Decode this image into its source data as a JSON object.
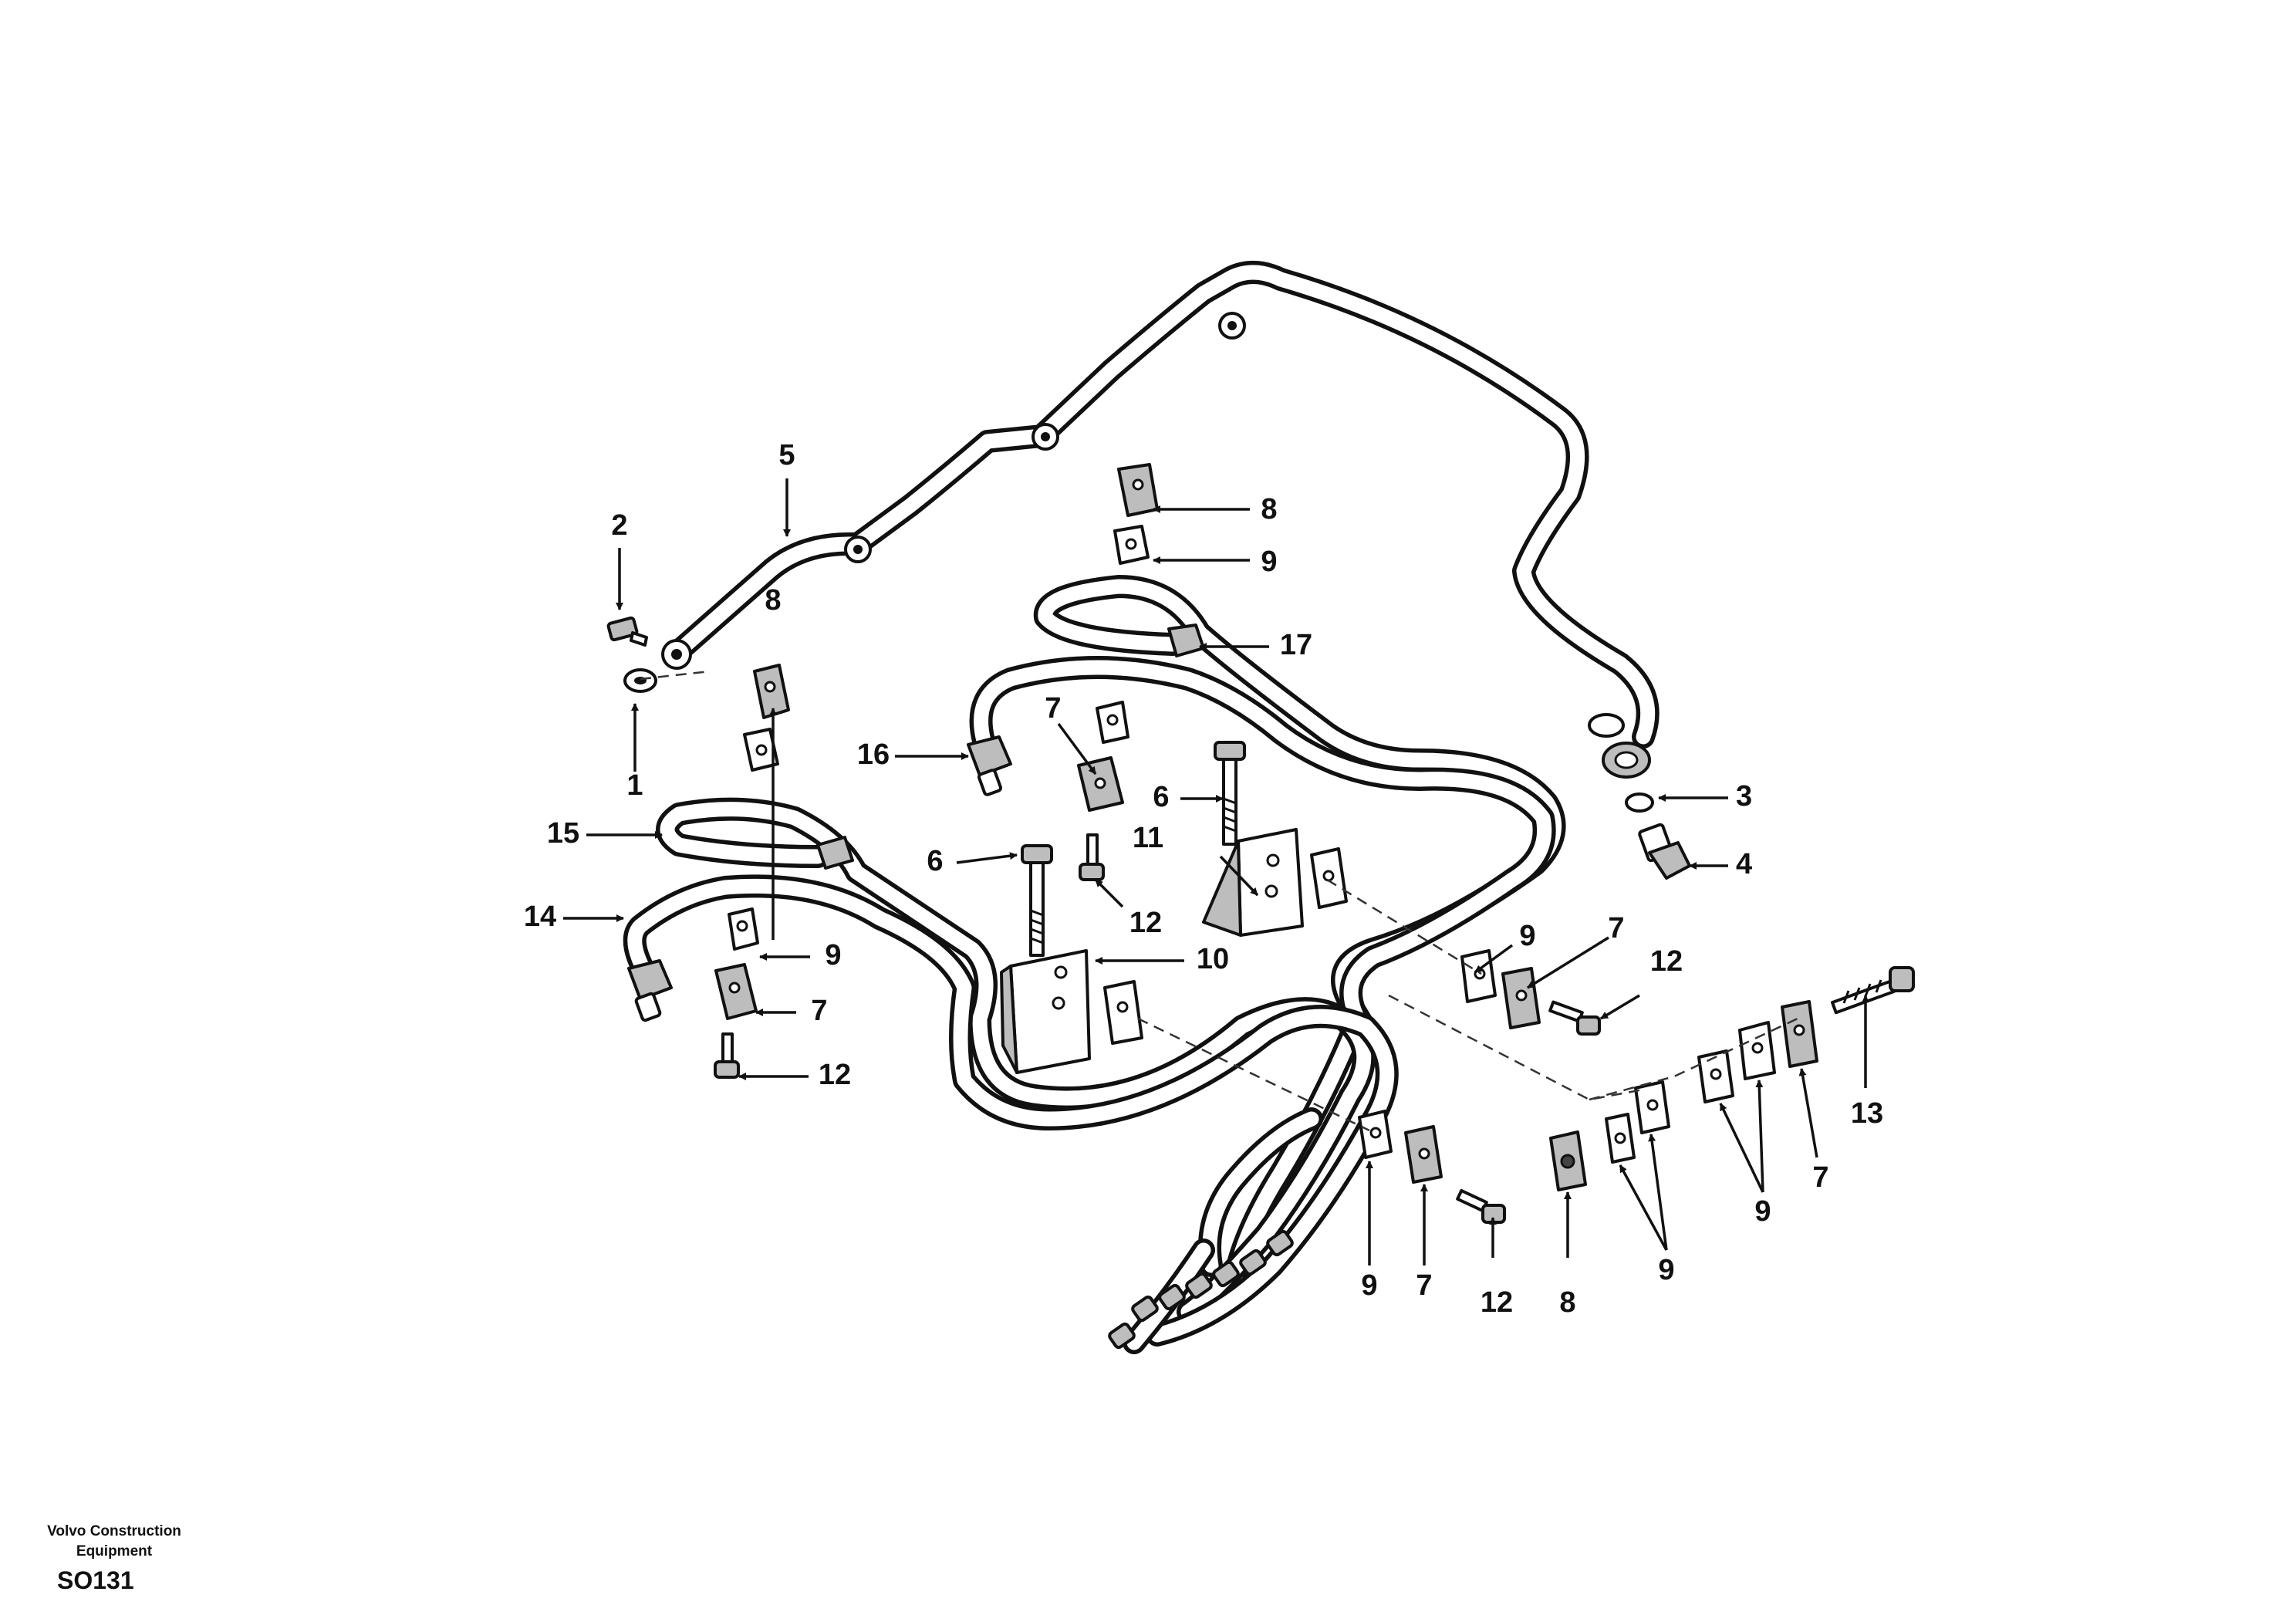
{
  "diagram": {
    "callouts": [
      {
        "key": "c1",
        "label": "1"
      },
      {
        "key": "c2",
        "label": "2"
      },
      {
        "key": "c3",
        "label": "3"
      },
      {
        "key": "c4",
        "label": "4"
      },
      {
        "key": "c5",
        "label": "5"
      },
      {
        "key": "c6a",
        "label": "6"
      },
      {
        "key": "c6b",
        "label": "6"
      },
      {
        "key": "c7a",
        "label": "7"
      },
      {
        "key": "c7b",
        "label": "7"
      },
      {
        "key": "c7c",
        "label": "7"
      },
      {
        "key": "c7d",
        "label": "7"
      },
      {
        "key": "c7e",
        "label": "7"
      },
      {
        "key": "c8a",
        "label": "8"
      },
      {
        "key": "c8b",
        "label": "8"
      },
      {
        "key": "c8c",
        "label": "8"
      },
      {
        "key": "c9a",
        "label": "9"
      },
      {
        "key": "c9b",
        "label": "9"
      },
      {
        "key": "c9c",
        "label": "9"
      },
      {
        "key": "c9d",
        "label": "9"
      },
      {
        "key": "c9e",
        "label": "9"
      },
      {
        "key": "c9f",
        "label": "9"
      },
      {
        "key": "c10",
        "label": "10"
      },
      {
        "key": "c11",
        "label": "11"
      },
      {
        "key": "c12a",
        "label": "12"
      },
      {
        "key": "c12b",
        "label": "12"
      },
      {
        "key": "c12c",
        "label": "12"
      },
      {
        "key": "c12d",
        "label": "12"
      },
      {
        "key": "c13",
        "label": "13"
      },
      {
        "key": "c14",
        "label": "14"
      },
      {
        "key": "c15",
        "label": "15"
      },
      {
        "key": "c16",
        "label": "16"
      },
      {
        "key": "c17",
        "label": "17"
      }
    ]
  },
  "footer": {
    "maker_line1": "Volvo Construction",
    "maker_line2": "Equipment",
    "code": "SO131"
  }
}
